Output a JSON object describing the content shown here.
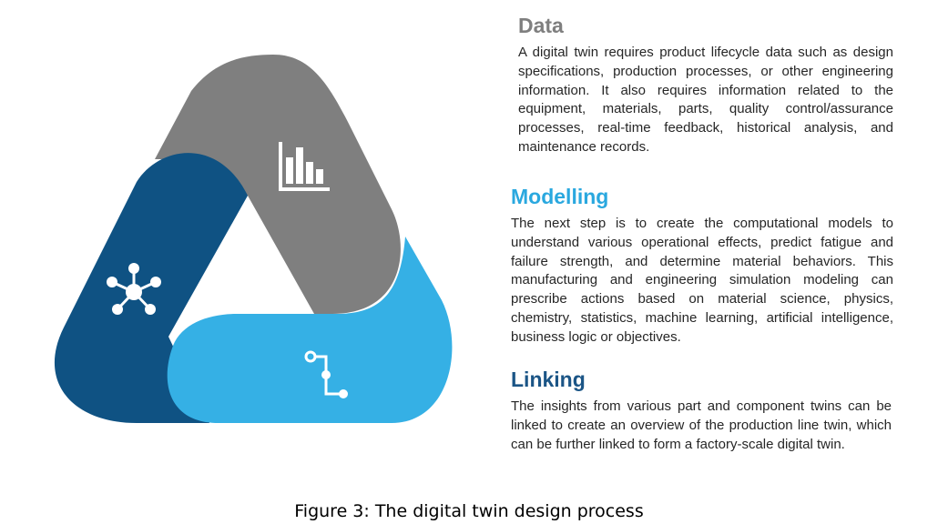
{
  "sections": {
    "data": {
      "title": "Data",
      "text": "A digital twin requires product lifecycle data such as design specifications, production processes, or other engineering information. It also requires information related to the equipment, materials, parts, quality control/assurance processes, real-time feedback, historical analysis, and maintenance records."
    },
    "modelling": {
      "title": "Modelling",
      "text": "The next step is to create the computational models to understand various operational effects, predict fatigue and failure strength, and determine material behaviors. This manufacturing and engineering simulation modeling can prescribe actions based on material science, physics, chemistry, statistics, machine learning, artificial intelligence, business logic or objectives."
    },
    "linking": {
      "title": "Linking",
      "text": "The insights from various part and component twins can be linked to create an overview of the production line twin, which can be further linked to form a factory-scale digital twin."
    }
  },
  "caption": "Figure 3: The digital twin design process",
  "colors": {
    "data": "#7f7f7f",
    "modelling_segment": "#0f5283",
    "linking_segment": "#35b0e5"
  },
  "icons": {
    "data": "bar-chart-icon",
    "modelling": "network-icon",
    "linking": "process-flow-icon"
  }
}
